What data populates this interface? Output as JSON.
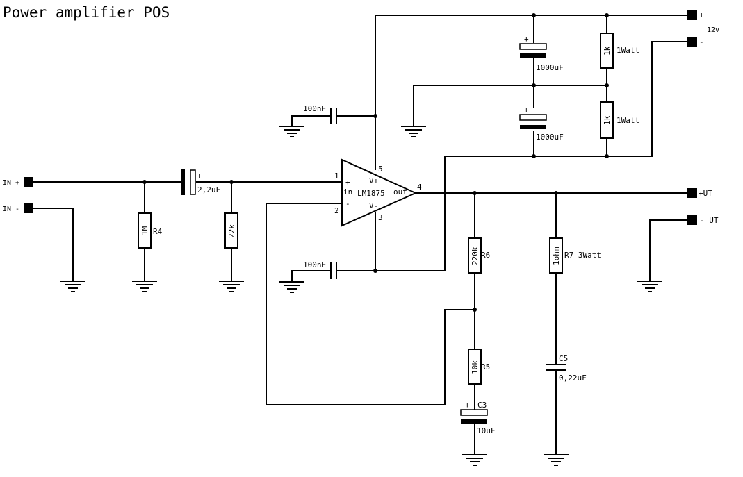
{
  "title": "Power amplifier POS",
  "terminals": {
    "vplus": "+",
    "supply": "12v",
    "vminus": "-",
    "in_plus": "IN +",
    "in_minus": "IN -",
    "out_plus": "+UT",
    "out_minus": "- UT"
  },
  "opamp": {
    "name": "LM1875",
    "in_label": "in",
    "out_label": "out",
    "vplus_label": "V+",
    "vminus_label": "V-",
    "plus_sign": "+",
    "minus_sign": "-",
    "pin1": "1",
    "pin2": "2",
    "pin3": "3",
    "pin4": "4",
    "pin5": "5"
  },
  "components": {
    "c_top_value": "100nF",
    "c_bottom_value": "100nF",
    "c_in_value": "2,2uF",
    "c_in_plus": "+",
    "cap1_value": "1000uF",
    "cap1_plus": "+",
    "cap2_value": "1000uF",
    "cap2_plus": "+",
    "r_top_value": "1k",
    "r_top_power": "1Watt",
    "r_mid_value": "1k",
    "r_mid_power": "1Watt",
    "r4_value": "1M",
    "r4_name": "R4",
    "r22k_value": "22k",
    "r6_value": "220k",
    "r6_name": "R6",
    "r5_value": "10k",
    "r5_name": "R5",
    "r7_value": "1ohm",
    "r7_name": "R7 3Watt",
    "c3_name": "C3",
    "c3_value": "10uF",
    "c3_plus": "+",
    "c5_name": "C5",
    "c5_value": "0,22uF"
  }
}
